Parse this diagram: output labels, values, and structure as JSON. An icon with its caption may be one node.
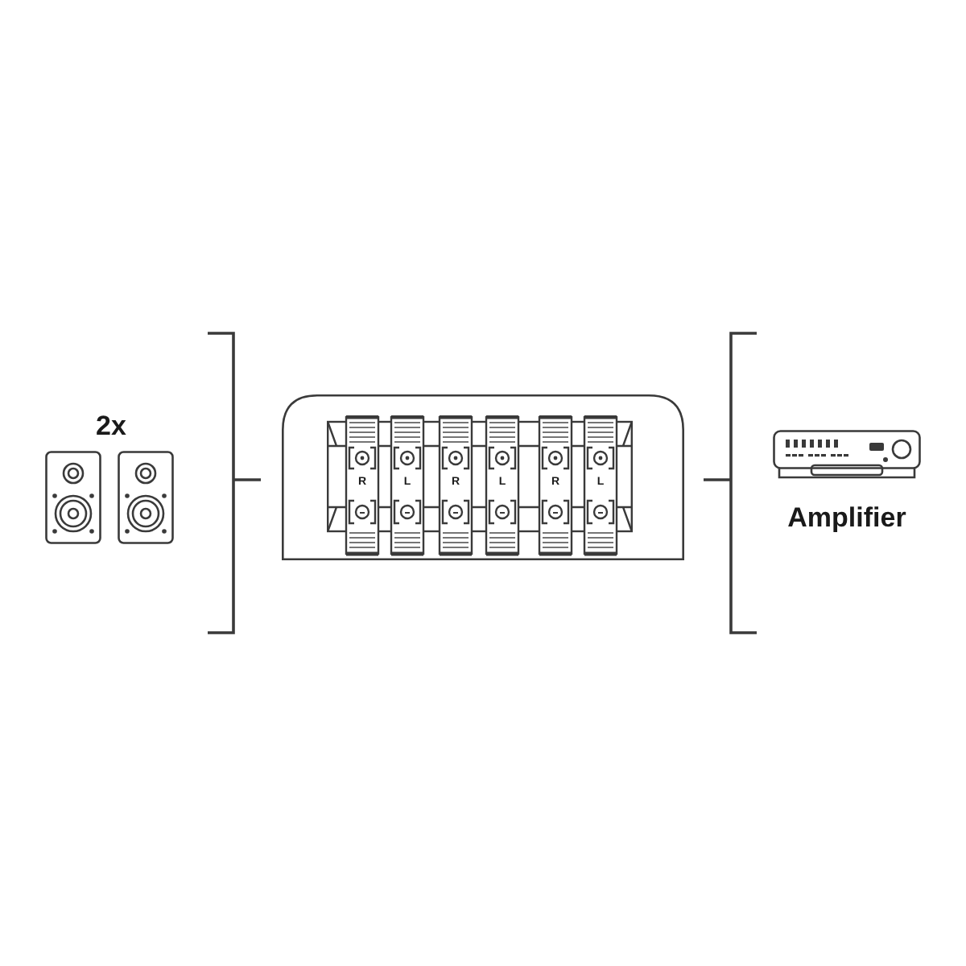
{
  "diagram": {
    "nodes": [
      {
        "text": [
          "2x"
        ]
      },
      {
        "text": [
          "R",
          "L",
          "R",
          "L",
          "R",
          "L"
        ]
      },
      {
        "text": [
          "Amplifier"
        ]
      }
    ]
  }
}
